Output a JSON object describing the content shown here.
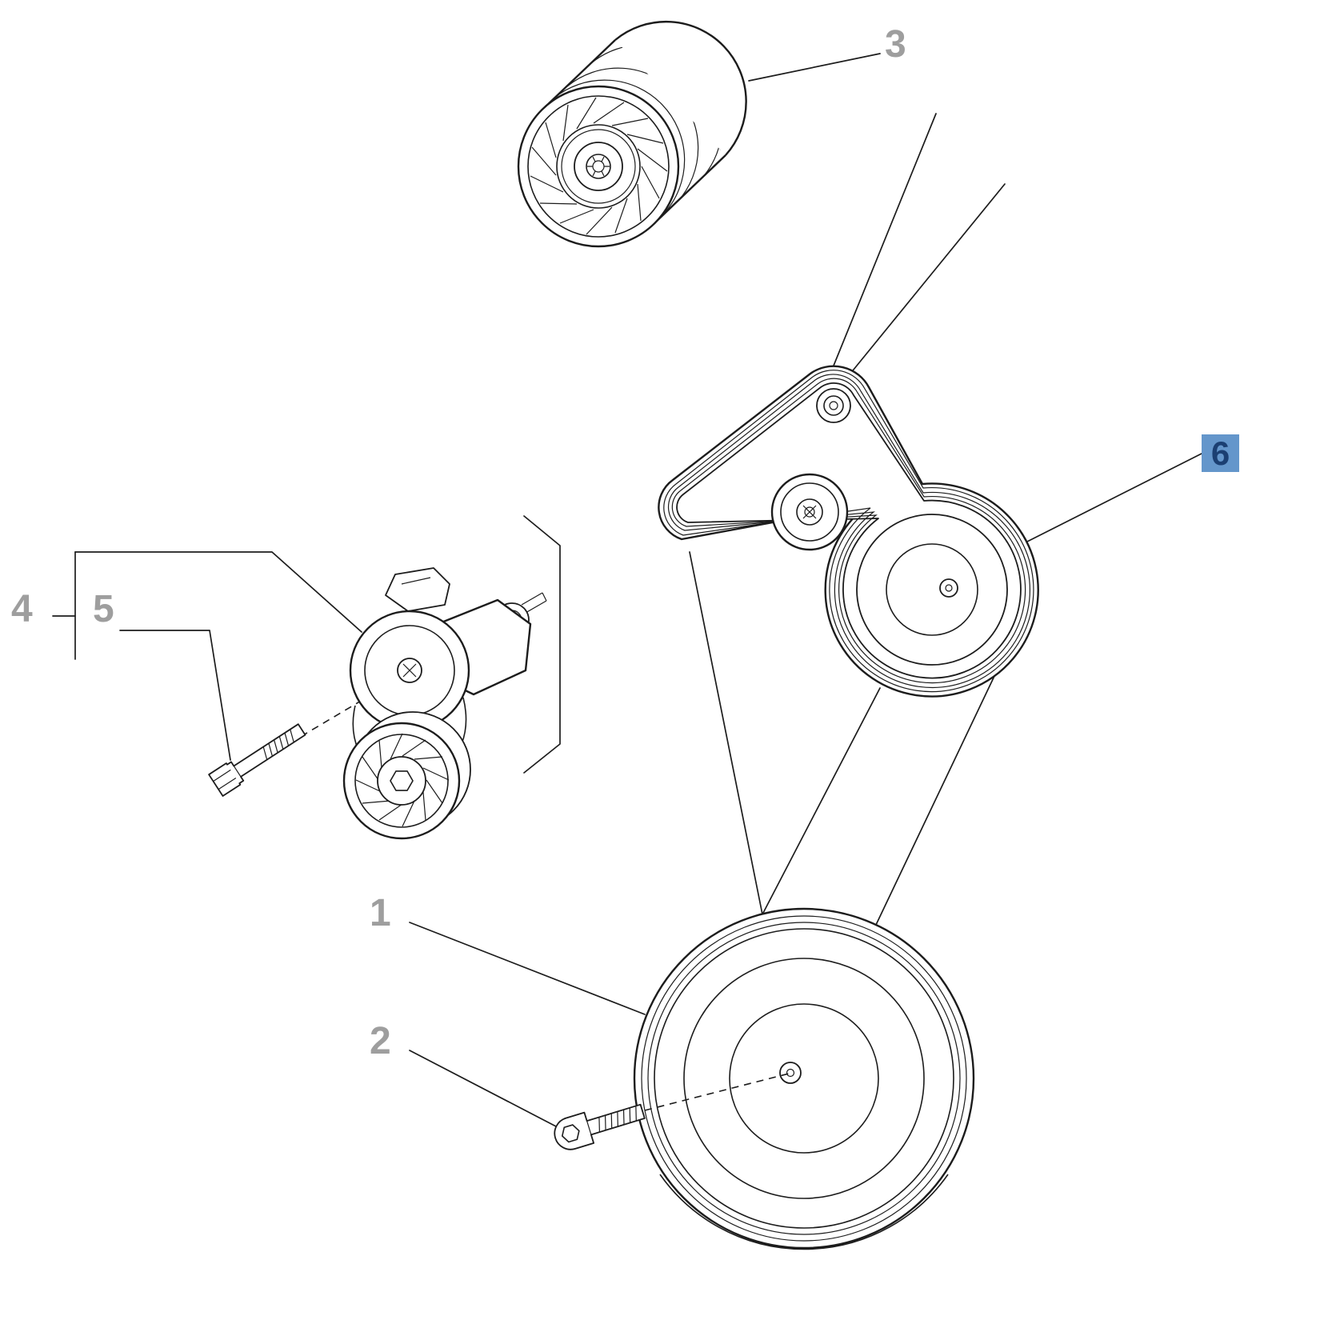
{
  "diagram": {
    "kind": "exploded-parts-diagram",
    "subject": "engine accessory belt drive",
    "callouts": [
      {
        "label": "1",
        "part": "crankshaft-pulley",
        "highlighted": false
      },
      {
        "label": "2",
        "part": "crankshaft-pulley-bolt",
        "highlighted": false
      },
      {
        "label": "3",
        "part": "idler-pulley",
        "highlighted": false
      },
      {
        "label": "4",
        "part": "belt-tensioner",
        "highlighted": false
      },
      {
        "label": "5",
        "part": "tensioner-bolt",
        "highlighted": false
      },
      {
        "label": "6",
        "part": "drive-belt",
        "highlighted": true
      }
    ],
    "colors": {
      "background": "#ffffff",
      "line": "#1c1c1c",
      "label": "#9e9e9e",
      "highlight_bg": "#6496cb",
      "highlight_text": "#1b3f72"
    }
  }
}
